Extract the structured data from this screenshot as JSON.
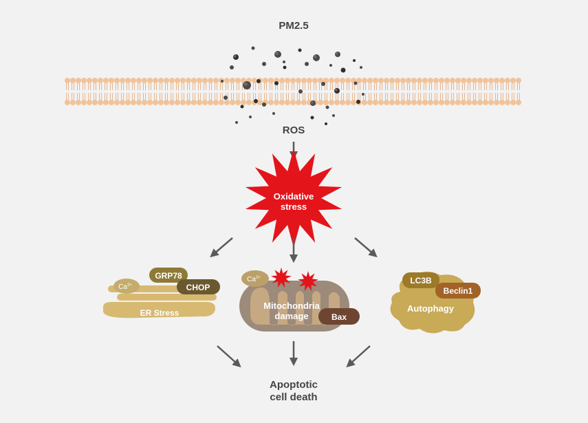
{
  "stimulus": {
    "label": "PM2.5"
  },
  "ros": {
    "label": "ROS"
  },
  "center": {
    "line1": "Oxidative",
    "line2": "stress"
  },
  "er": {
    "title": "ER Stress",
    "ion_base": "Ca",
    "ion_charge": "2+",
    "grp78": "GRP78",
    "chop": "CHOP"
  },
  "mito": {
    "line1": "Mitochondria",
    "line2": "damage",
    "ion_base": "Ca",
    "ion_charge": "2+",
    "bax": "Bax"
  },
  "autophagy": {
    "title": "Autophagy",
    "lc3b": "LC3B",
    "beclin": "Beclin1"
  },
  "outcome": {
    "line1": "Apoptotic",
    "line2": "cell death"
  },
  "colors": {
    "background": "#f2f2f2",
    "membrane_head": "#f0c39a",
    "membrane_tail": "#e8b58b",
    "arrow": "#5a5a5a",
    "star": "#e4141b",
    "er": "#d7b972",
    "er_ion": "#c4ac6d",
    "grp78": "#8e7a36",
    "chop": "#6a5830",
    "mito_outer": "#9c8a7a",
    "mito_inner": "#c6a883",
    "mito_ion": "#bca06a",
    "bax": "#6e4530",
    "autophagy": "#c8aa57",
    "lc3b": "#9c7a2a",
    "beclin": "#a26327"
  }
}
